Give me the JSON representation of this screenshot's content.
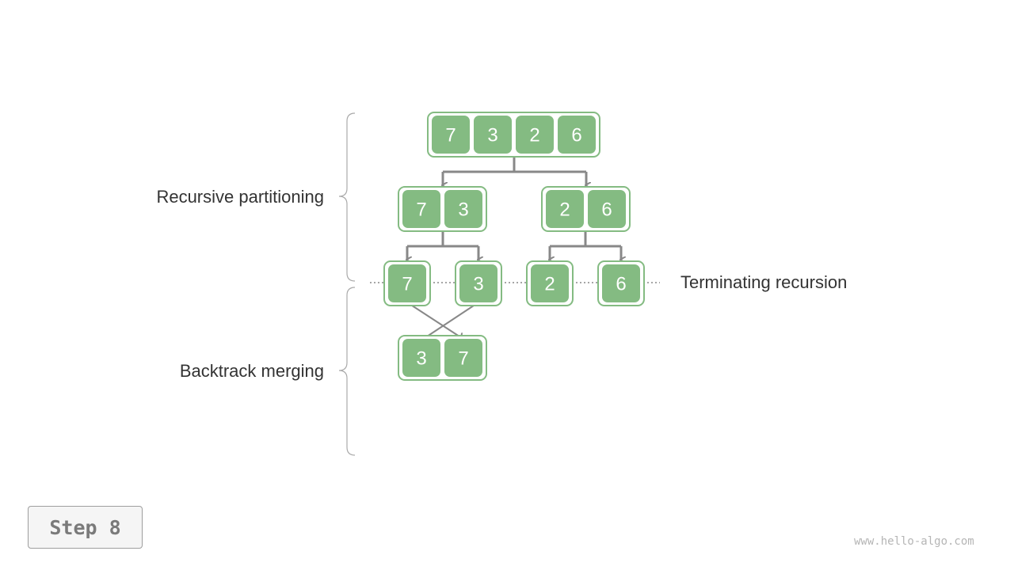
{
  "labels": {
    "partitioning": "Recursive partitioning",
    "merging": "Backtrack merging",
    "terminating": "Terminating recursion"
  },
  "step_label": "Step 8",
  "watermark": "www.hello-algo.com",
  "colors": {
    "cell_fill": "#84bb82",
    "cell_border": "#84bb82",
    "arrow": "#888888"
  },
  "nodes": [
    {
      "name": "root-array",
      "values": [
        "7",
        "3",
        "2",
        "6"
      ]
    },
    {
      "name": "left-subarray",
      "values": [
        "7",
        "3"
      ]
    },
    {
      "name": "right-subarray",
      "values": [
        "2",
        "6"
      ]
    },
    {
      "name": "leaf-7",
      "values": [
        "7"
      ]
    },
    {
      "name": "leaf-3",
      "values": [
        "3"
      ]
    },
    {
      "name": "leaf-2",
      "values": [
        "2"
      ]
    },
    {
      "name": "leaf-6",
      "values": [
        "6"
      ]
    },
    {
      "name": "merged-array",
      "values": [
        "3",
        "7"
      ]
    }
  ]
}
